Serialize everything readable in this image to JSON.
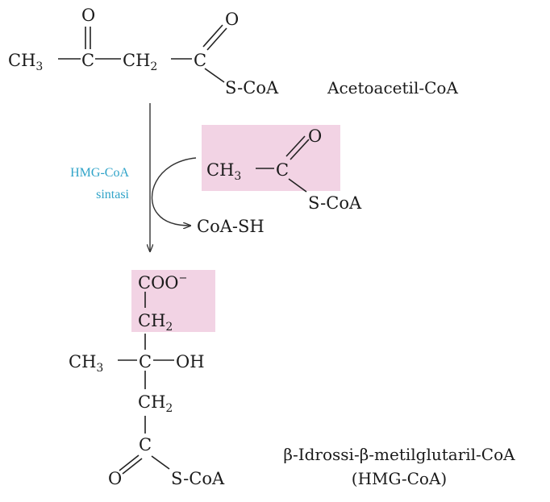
{
  "colors": {
    "highlight": "#f2d3e4",
    "enzyme": "#2fa3c8",
    "ink": "#1a1a1a"
  },
  "reactant": {
    "name": "Acetoacetil-CoA",
    "ch3": "CH",
    "ch3_sub": "3",
    "c1": "C",
    "o1": "O",
    "ch2": "CH",
    "ch2_sub": "2",
    "c2": "C",
    "o2": "O",
    "scoa": "S-CoA"
  },
  "enzyme": {
    "line1": "HMG-CoA",
    "line2": "sintasi"
  },
  "acetyl": {
    "ch3": "CH",
    "ch3_sub": "3",
    "c": "C",
    "o": "O",
    "scoa": "S-CoA"
  },
  "byproduct": "CoA-SH",
  "product": {
    "coo": "COO",
    "coo_charge": "−",
    "ch2_top": "CH",
    "ch2_top_sub": "2",
    "ch3": "CH",
    "ch3_sub": "3",
    "c_center": "C",
    "oh": "OH",
    "ch2_bottom": "CH",
    "ch2_bottom_sub": "2",
    "c_bottom": "C",
    "o": "O",
    "scoa": "S-CoA",
    "name_line1": "β-Idrossi-β-metilglutaril-CoA",
    "name_line2": "(HMG-CoA)"
  }
}
